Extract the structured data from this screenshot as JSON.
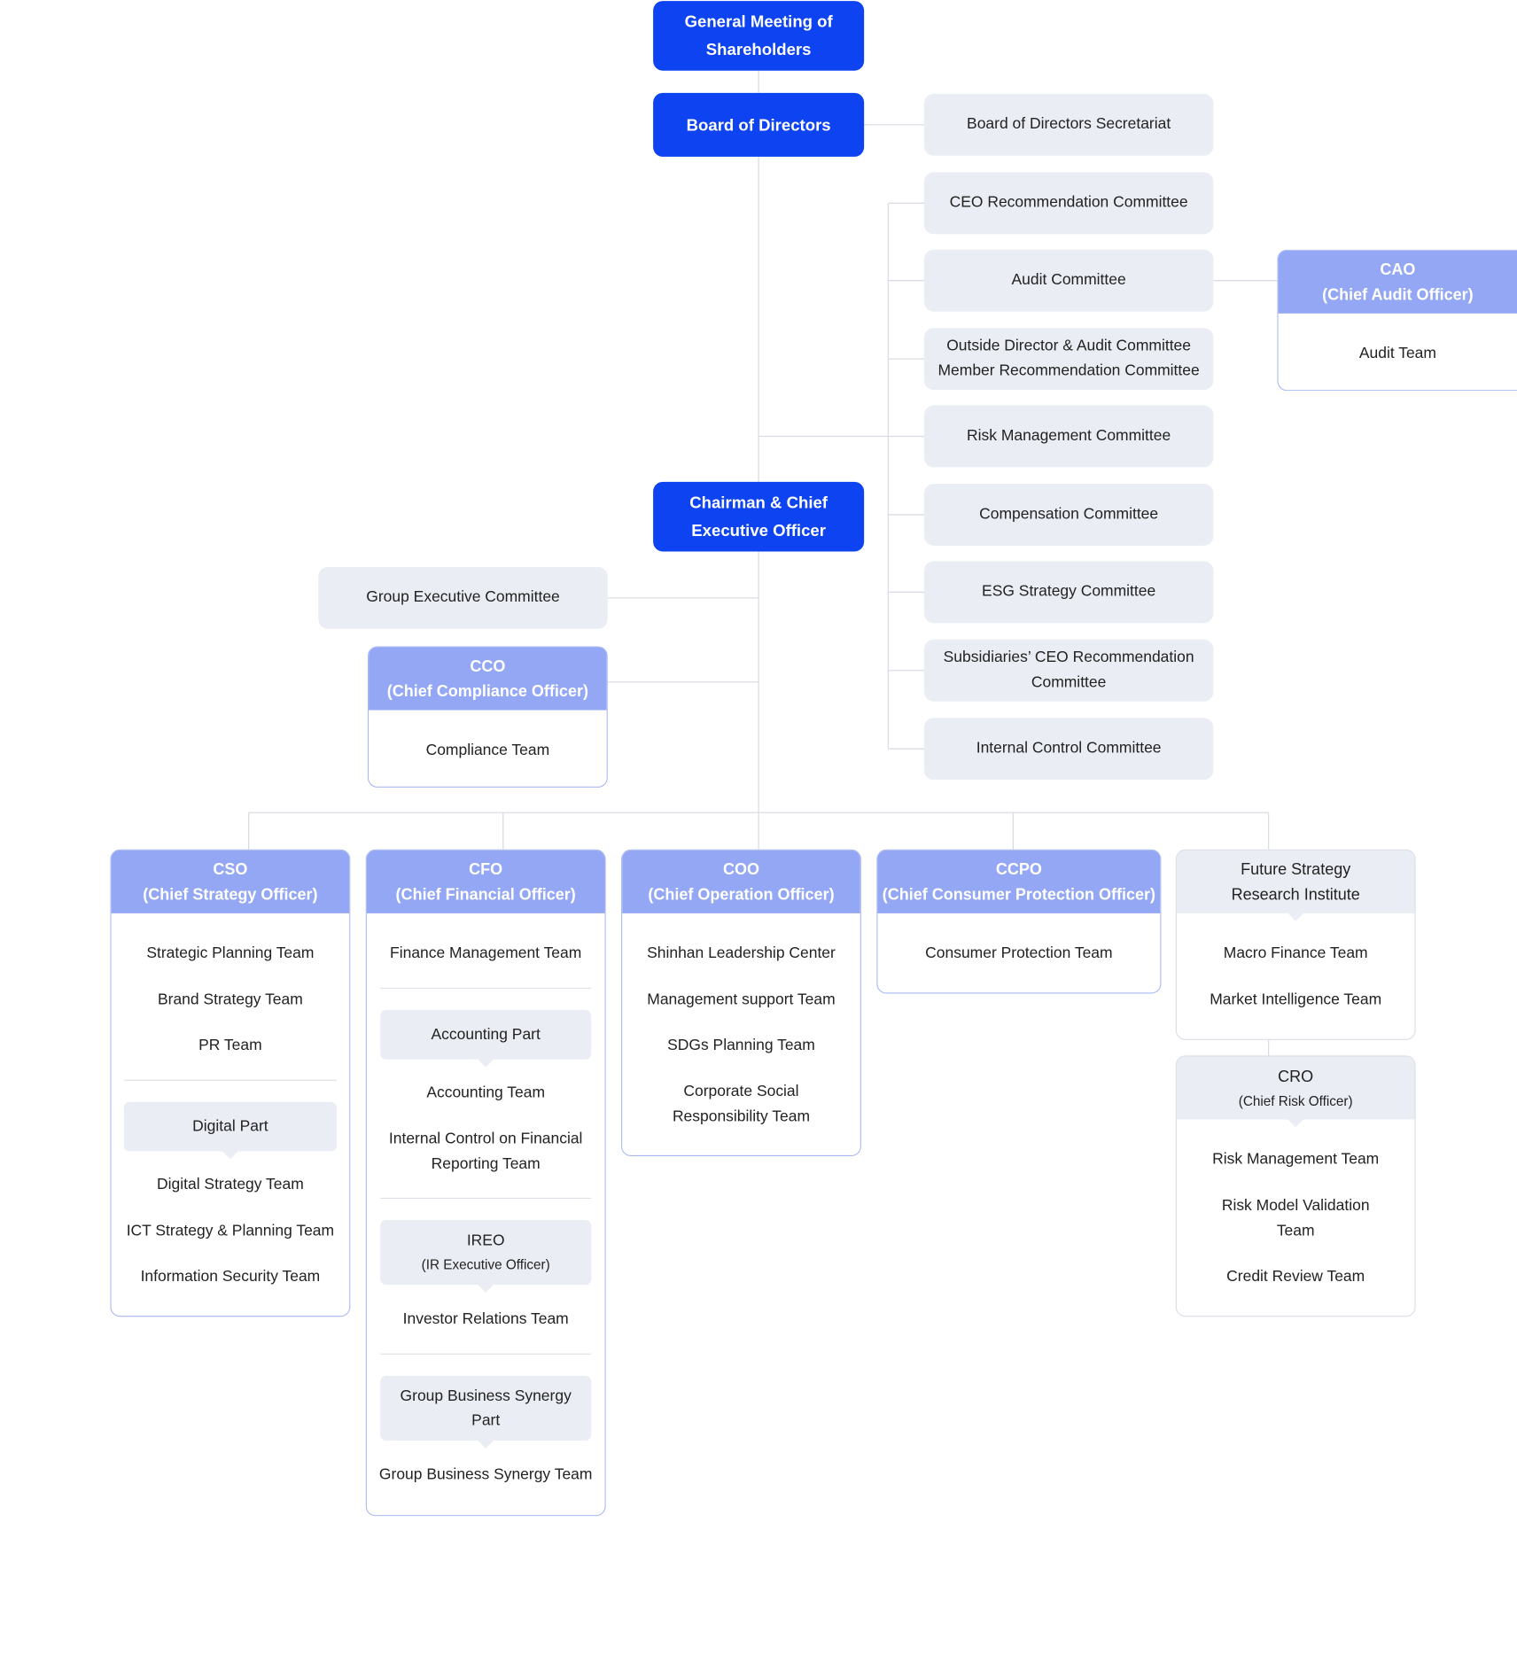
{
  "top": {
    "shareholders": [
      "General Meeting of",
      "Shareholders"
    ],
    "board": "Board of Directors",
    "chairman": [
      "Chairman & Chief",
      "Executive Officer"
    ]
  },
  "committees": [
    [
      "Board of Directors Secretariat"
    ],
    [
      "CEO Recommendation Committee"
    ],
    [
      "Audit Committee"
    ],
    [
      "Outside Director & Audit Committee",
      "Member Recommendation Committee"
    ],
    [
      "Risk Management Committee"
    ],
    [
      "Compensation Committee"
    ],
    [
      "ESG Strategy Committee"
    ],
    [
      "Subsidiaries’ CEO Recommendation",
      "Committee"
    ],
    [
      "Internal Control Committee"
    ]
  ],
  "cao": {
    "title": "CAO",
    "subtitle": "(Chief Audit Officer)",
    "team": "Audit Team"
  },
  "group_exec": "Group Executive Committee",
  "cco": {
    "title": "CCO",
    "subtitle": "(Chief Compliance Officer)",
    "team": "Compliance Team"
  },
  "cso": {
    "title": "CSO",
    "subtitle": "(Chief Strategy Officer)",
    "teams": [
      "Strategic Planning Team",
      "Brand Strategy Team",
      "PR Team"
    ],
    "part": "Digital Part",
    "part_teams": [
      "Digital Strategy Team",
      "ICT Strategy & Planning Team",
      "Information Security Team"
    ]
  },
  "cfo": {
    "title": "CFO",
    "subtitle": "(Chief Financial Officer)",
    "teams": [
      "Finance Management Team"
    ],
    "part1": "Accounting Part",
    "part1_teams": [
      [
        "Accounting Team"
      ],
      [
        "Internal Control on Financial",
        "Reporting Team"
      ]
    ],
    "part2": [
      "IREO",
      "(IR Executive Officer)"
    ],
    "part2_teams": [
      "Investor Relations Team"
    ],
    "part3": [
      "Group Business Synergy",
      "Part"
    ],
    "part3_teams": [
      "Group Business Synergy Team"
    ]
  },
  "coo": {
    "title": "COO",
    "subtitle": "(Chief Operation Officer)",
    "teams": [
      [
        "Shinhan Leadership Center"
      ],
      [
        "Management support Team"
      ],
      [
        "SDGs Planning Team"
      ],
      [
        "Corporate Social",
        "Responsibility Team"
      ]
    ]
  },
  "ccpo": {
    "title": "CCPO",
    "subtitle": "(Chief Consumer Protection Officer)",
    "teams": [
      "Consumer Protection Team"
    ]
  },
  "fsri": {
    "title": [
      "Future Strategy",
      "Research Institute"
    ],
    "teams": [
      "Macro Finance Team",
      "Market Intelligence Team"
    ]
  },
  "cro": {
    "title": "CRO",
    "subtitle": "(Chief Risk Officer)",
    "teams": [
      [
        "Risk Management Team"
      ],
      [
        "Risk Model Validation",
        "Team"
      ],
      [
        "Credit Review Team"
      ]
    ]
  },
  "colors": {
    "primary": "#0d43f0",
    "header": "#93a7f5",
    "grey": "#eaedf4",
    "line": "#d9dce4"
  }
}
